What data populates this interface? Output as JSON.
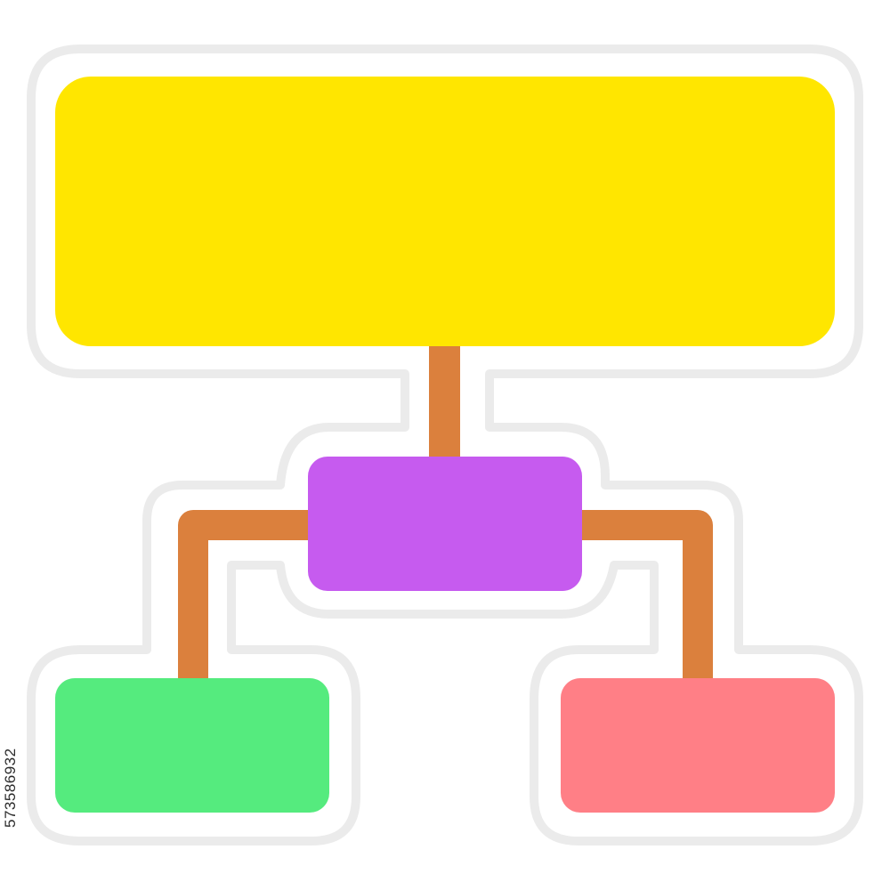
{
  "diagram": {
    "type": "hierarchy-icon",
    "nodes": [
      {
        "id": "top",
        "role": "root",
        "color": "#FFE600"
      },
      {
        "id": "middle",
        "role": "intermediate",
        "color": "#C65BEF"
      },
      {
        "id": "bottom-left",
        "role": "leaf",
        "color": "#55EB7E"
      },
      {
        "id": "bottom-right",
        "role": "leaf",
        "color": "#FF7F86"
      }
    ],
    "edges": [
      {
        "from": "top",
        "to": "middle"
      },
      {
        "from": "middle",
        "to": "bottom-left"
      },
      {
        "from": "middle",
        "to": "bottom-right"
      }
    ],
    "connector_color": "#DB803D",
    "sticker_outline_color": "#EBEBEB"
  },
  "watermark": {
    "asset_id": "573586932"
  }
}
